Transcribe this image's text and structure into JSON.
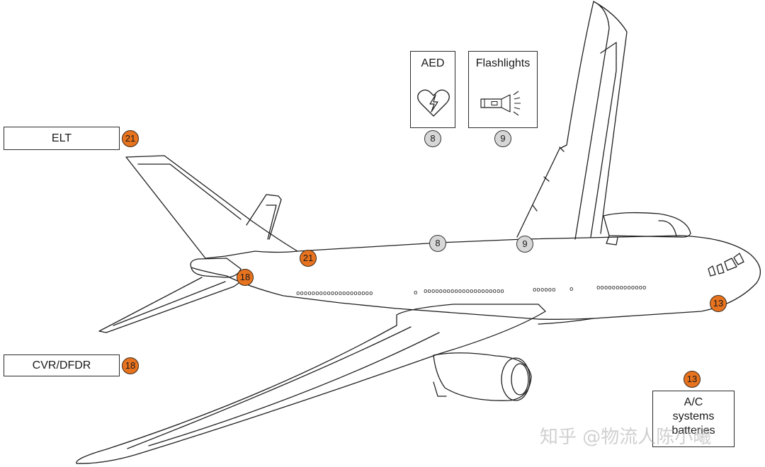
{
  "labels": {
    "elt": "ELT",
    "cvr_dfdr": "CVR/DFDR",
    "aed": "AED",
    "flashlights": "Flashlights",
    "ac_batteries": [
      "A/C",
      "systems",
      "batteries"
    ]
  },
  "badges": {
    "elt_side": "21",
    "elt_plane": "21",
    "cvr_side": "18",
    "cvr_plane": "18",
    "aed_box": "8",
    "aed_plane": "8",
    "flash_box": "9",
    "flash_plane": "9",
    "batt_box": "13",
    "batt_plane": "13"
  },
  "colors": {
    "orange_badge": "#e8731f",
    "grey_badge": "#d7d7d7",
    "line": "#1f1f1f"
  },
  "icons": {
    "aed": "heart-defibrillator-icon",
    "flashlights": "flashlight-icon"
  },
  "watermark": "知乎 @物流人陈小曦"
}
